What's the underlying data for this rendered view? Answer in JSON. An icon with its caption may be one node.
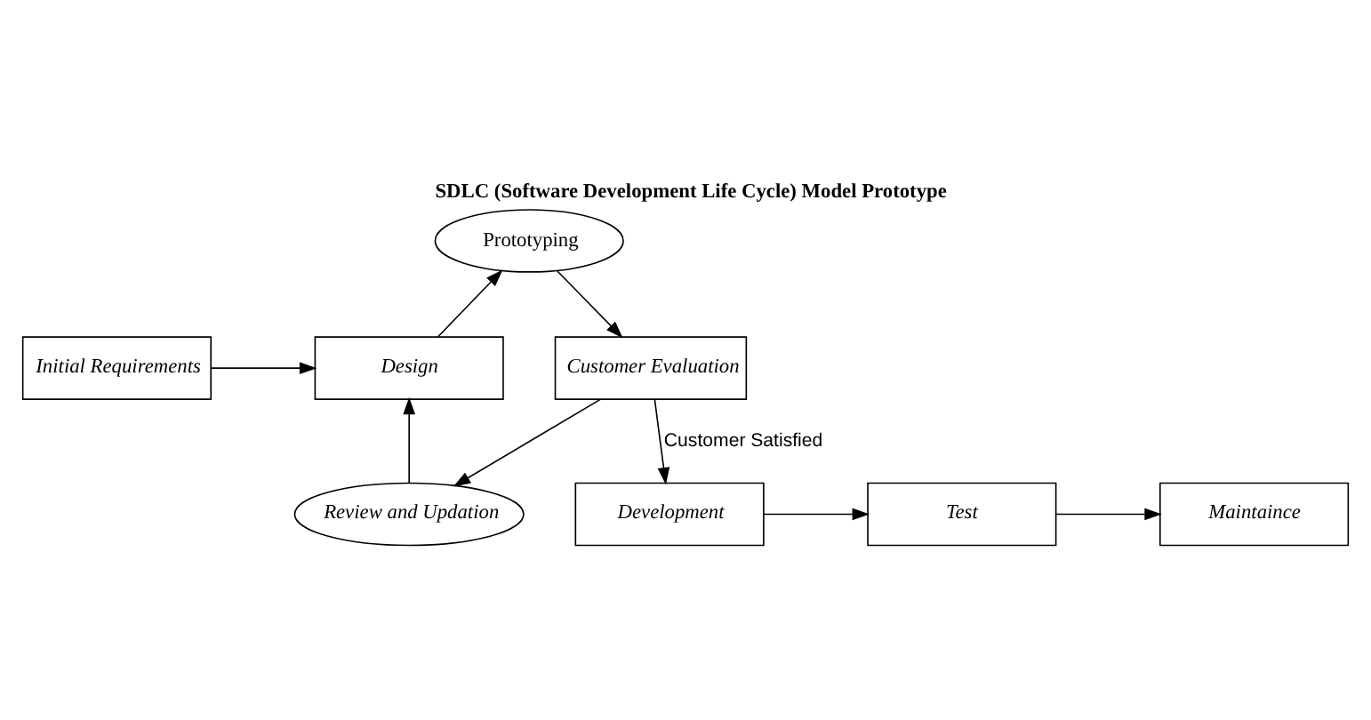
{
  "diagram": {
    "title": "SDLC (Software Development Life Cycle) Model Prototype",
    "nodes": [
      {
        "text": [
          "Initial Requirements"
        ]
      },
      {
        "text": [
          "Design"
        ]
      },
      {
        "text": [
          "Prototyping"
        ]
      },
      {
        "text": [
          "Customer Evaluation"
        ]
      },
      {
        "text": [
          "Review and Updation"
        ]
      },
      {
        "text": [
          "Development"
        ]
      },
      {
        "text": [
          "Test"
        ]
      },
      {
        "text": [
          "Maintaince"
        ]
      }
    ],
    "edges": [
      {
        "from": 0,
        "to": 1,
        "arrow": "to"
      },
      {
        "from": 1,
        "to": 2,
        "arrow": "to"
      },
      {
        "from": 2,
        "to": 3,
        "arrow": "to"
      },
      {
        "from": 3,
        "to": 4,
        "arrow": "to"
      },
      {
        "from": 4,
        "to": 1,
        "arrow": "to"
      },
      {
        "from": 3,
        "to": 5,
        "arrow": "to",
        "label": "Customer Satisfied"
      },
      {
        "from": 5,
        "to": 6,
        "arrow": "to"
      },
      {
        "from": 6,
        "to": 7,
        "arrow": "to"
      }
    ]
  }
}
